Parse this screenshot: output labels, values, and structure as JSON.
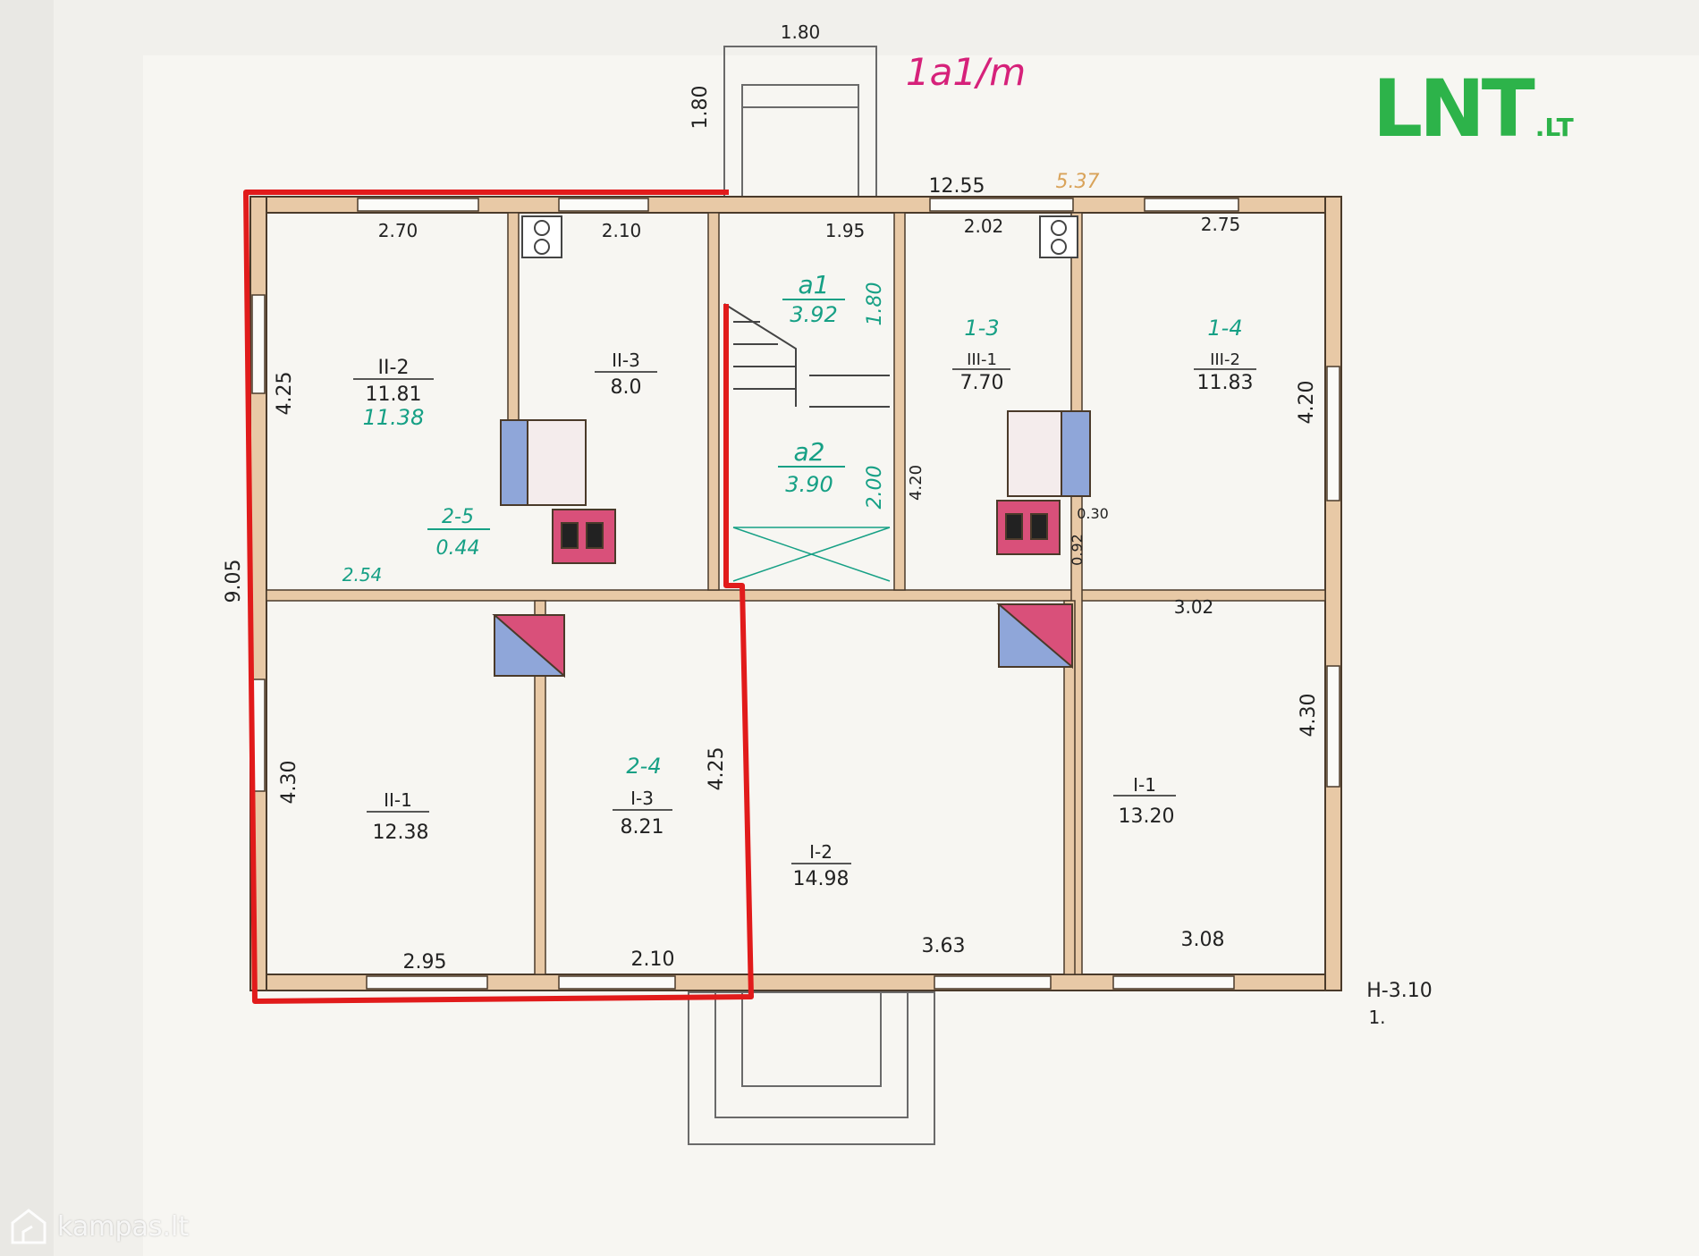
{
  "logo": {
    "brand": "LNT",
    "suffix": ".LT",
    "color": "#2db34a"
  },
  "watermark": {
    "text": "kampas.lt",
    "icon": "house-icon"
  },
  "colors": {
    "wall": "#e8c9a6",
    "wall_stroke": "#4a3a2a",
    "highlight": "#e11b1b",
    "room_label": "#222222",
    "hand_label": "#16a085",
    "stove_pink": "#d9507a",
    "stove_blue": "#8fa6d9",
    "annotation": "#d6217a"
  },
  "annotations": {
    "sheet_code": "1a1/m",
    "height": "H-3.10",
    "footnote": "1."
  },
  "overall": {
    "width_top": "12.55",
    "width_top_orange": "5.37",
    "depth_left": "9.05",
    "porch_width": "1.80",
    "porch_depth": "1.80"
  },
  "rooms": [
    {
      "id": "II-2",
      "code": "II-2",
      "area": "11.81",
      "alt_area": "11.38",
      "top": "2.70",
      "side": "4.25"
    },
    {
      "id": "II-3",
      "code": "II-3",
      "area": "8.0",
      "top": "2.10"
    },
    {
      "id": "a1",
      "code": "a1",
      "area": "3.92",
      "top": "1.95",
      "side": "1.80"
    },
    {
      "id": "a2",
      "code": "a2",
      "area": "3.90",
      "side": "2.00"
    },
    {
      "id": "III-1",
      "code": "III-1",
      "alt_code": "1-3",
      "area": "7.70",
      "top": "2.02",
      "side": "4.20"
    },
    {
      "id": "III-2",
      "code": "III-2",
      "alt_code": "1-4",
      "area": "11.83",
      "top": "2.75",
      "side": "4.20"
    },
    {
      "id": "2-5",
      "code": "2-5",
      "area": "0.44",
      "side": "2.54"
    },
    {
      "id": "II-1",
      "code": "II-1",
      "area": "12.38",
      "bottom": "2.95",
      "side": "4.30"
    },
    {
      "id": "I-3",
      "code": "I-3",
      "alt_code": "2-4",
      "area": "8.21",
      "bottom": "2.10",
      "side": "4.25"
    },
    {
      "id": "I-2",
      "code": "I-2",
      "area": "14.98",
      "bottom": "3.63"
    },
    {
      "id": "I-1",
      "code": "I-1",
      "area": "13.20",
      "top": "3.02",
      "bottom": "3.08",
      "side": "4.30"
    }
  ],
  "stove_dims": {
    "a": "0.30",
    "b": "0.92"
  }
}
